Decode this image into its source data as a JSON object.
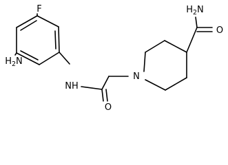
{
  "molecule": {
    "atoms": {
      "fluorine": "F",
      "aniline_amine": {
        "main": "H",
        "sub": "2",
        "tail": "N"
      },
      "amide_nh": "NH",
      "amide_oxygen": "O",
      "piperidine_nitrogen": "N",
      "carboxamide_amine": {
        "main": "H",
        "sub": "2",
        "tail": "N"
      },
      "carboxamide_oxygen": "O"
    },
    "bond_color": "#000000",
    "text_color": "#000000"
  }
}
